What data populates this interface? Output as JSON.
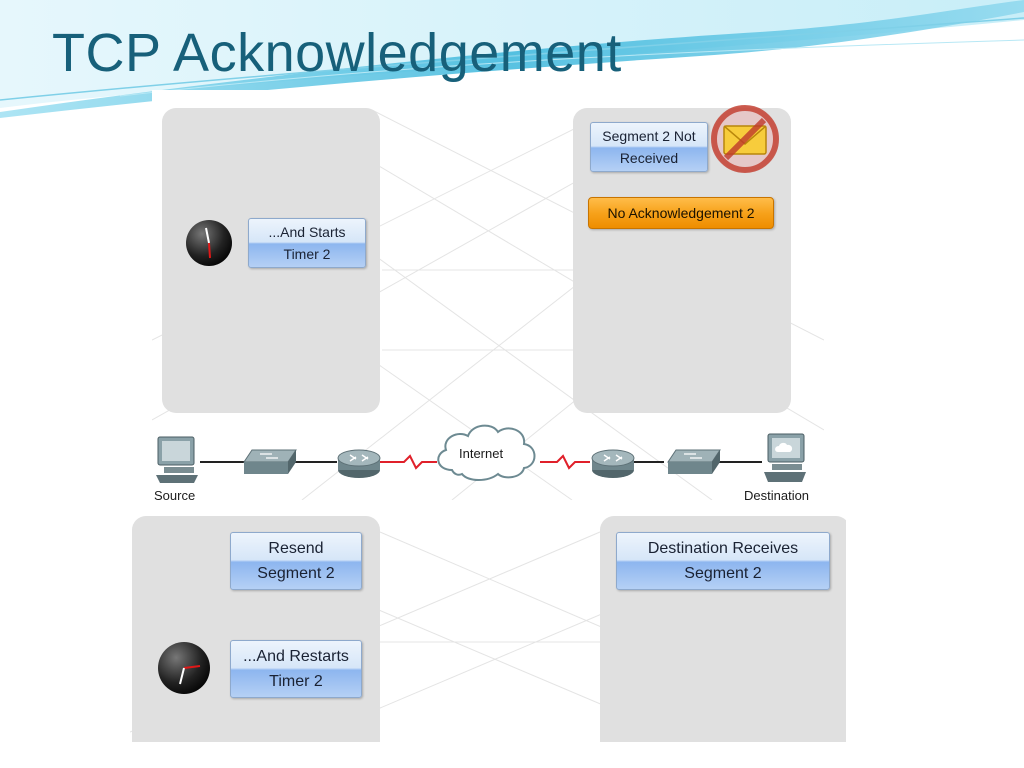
{
  "slide": {
    "title": "TCP Acknowledgement"
  },
  "top_left": {
    "timer_label": [
      "...And Starts",
      "Timer 2"
    ]
  },
  "top_right": {
    "status_label": [
      "Segment 2 Not",
      "Received"
    ],
    "ack_label": "No Acknowledgement 2"
  },
  "network": {
    "source_label": "Source",
    "cloud_label": "Internet",
    "destination_label": "Destination"
  },
  "bottom_left": {
    "resend_label": [
      "Resend",
      "Segment 2"
    ],
    "restart_label": [
      "...And Restarts",
      "Timer 2"
    ]
  },
  "bottom_right": {
    "receive_label": [
      "Destination Receives",
      "Segment 2"
    ]
  },
  "colors": {
    "title": "#17607a",
    "panel": "#e0e0e0",
    "label_blue": "#8db6ef",
    "ack_orange": "#f7a21b",
    "link_red": "#e0202a",
    "prohibit_red": "#c0392b"
  },
  "icons": [
    "clock-icon",
    "envelope-prohibited-icon",
    "computer-icon",
    "switch-icon",
    "router-icon",
    "cloud-icon",
    "server-icon"
  ]
}
